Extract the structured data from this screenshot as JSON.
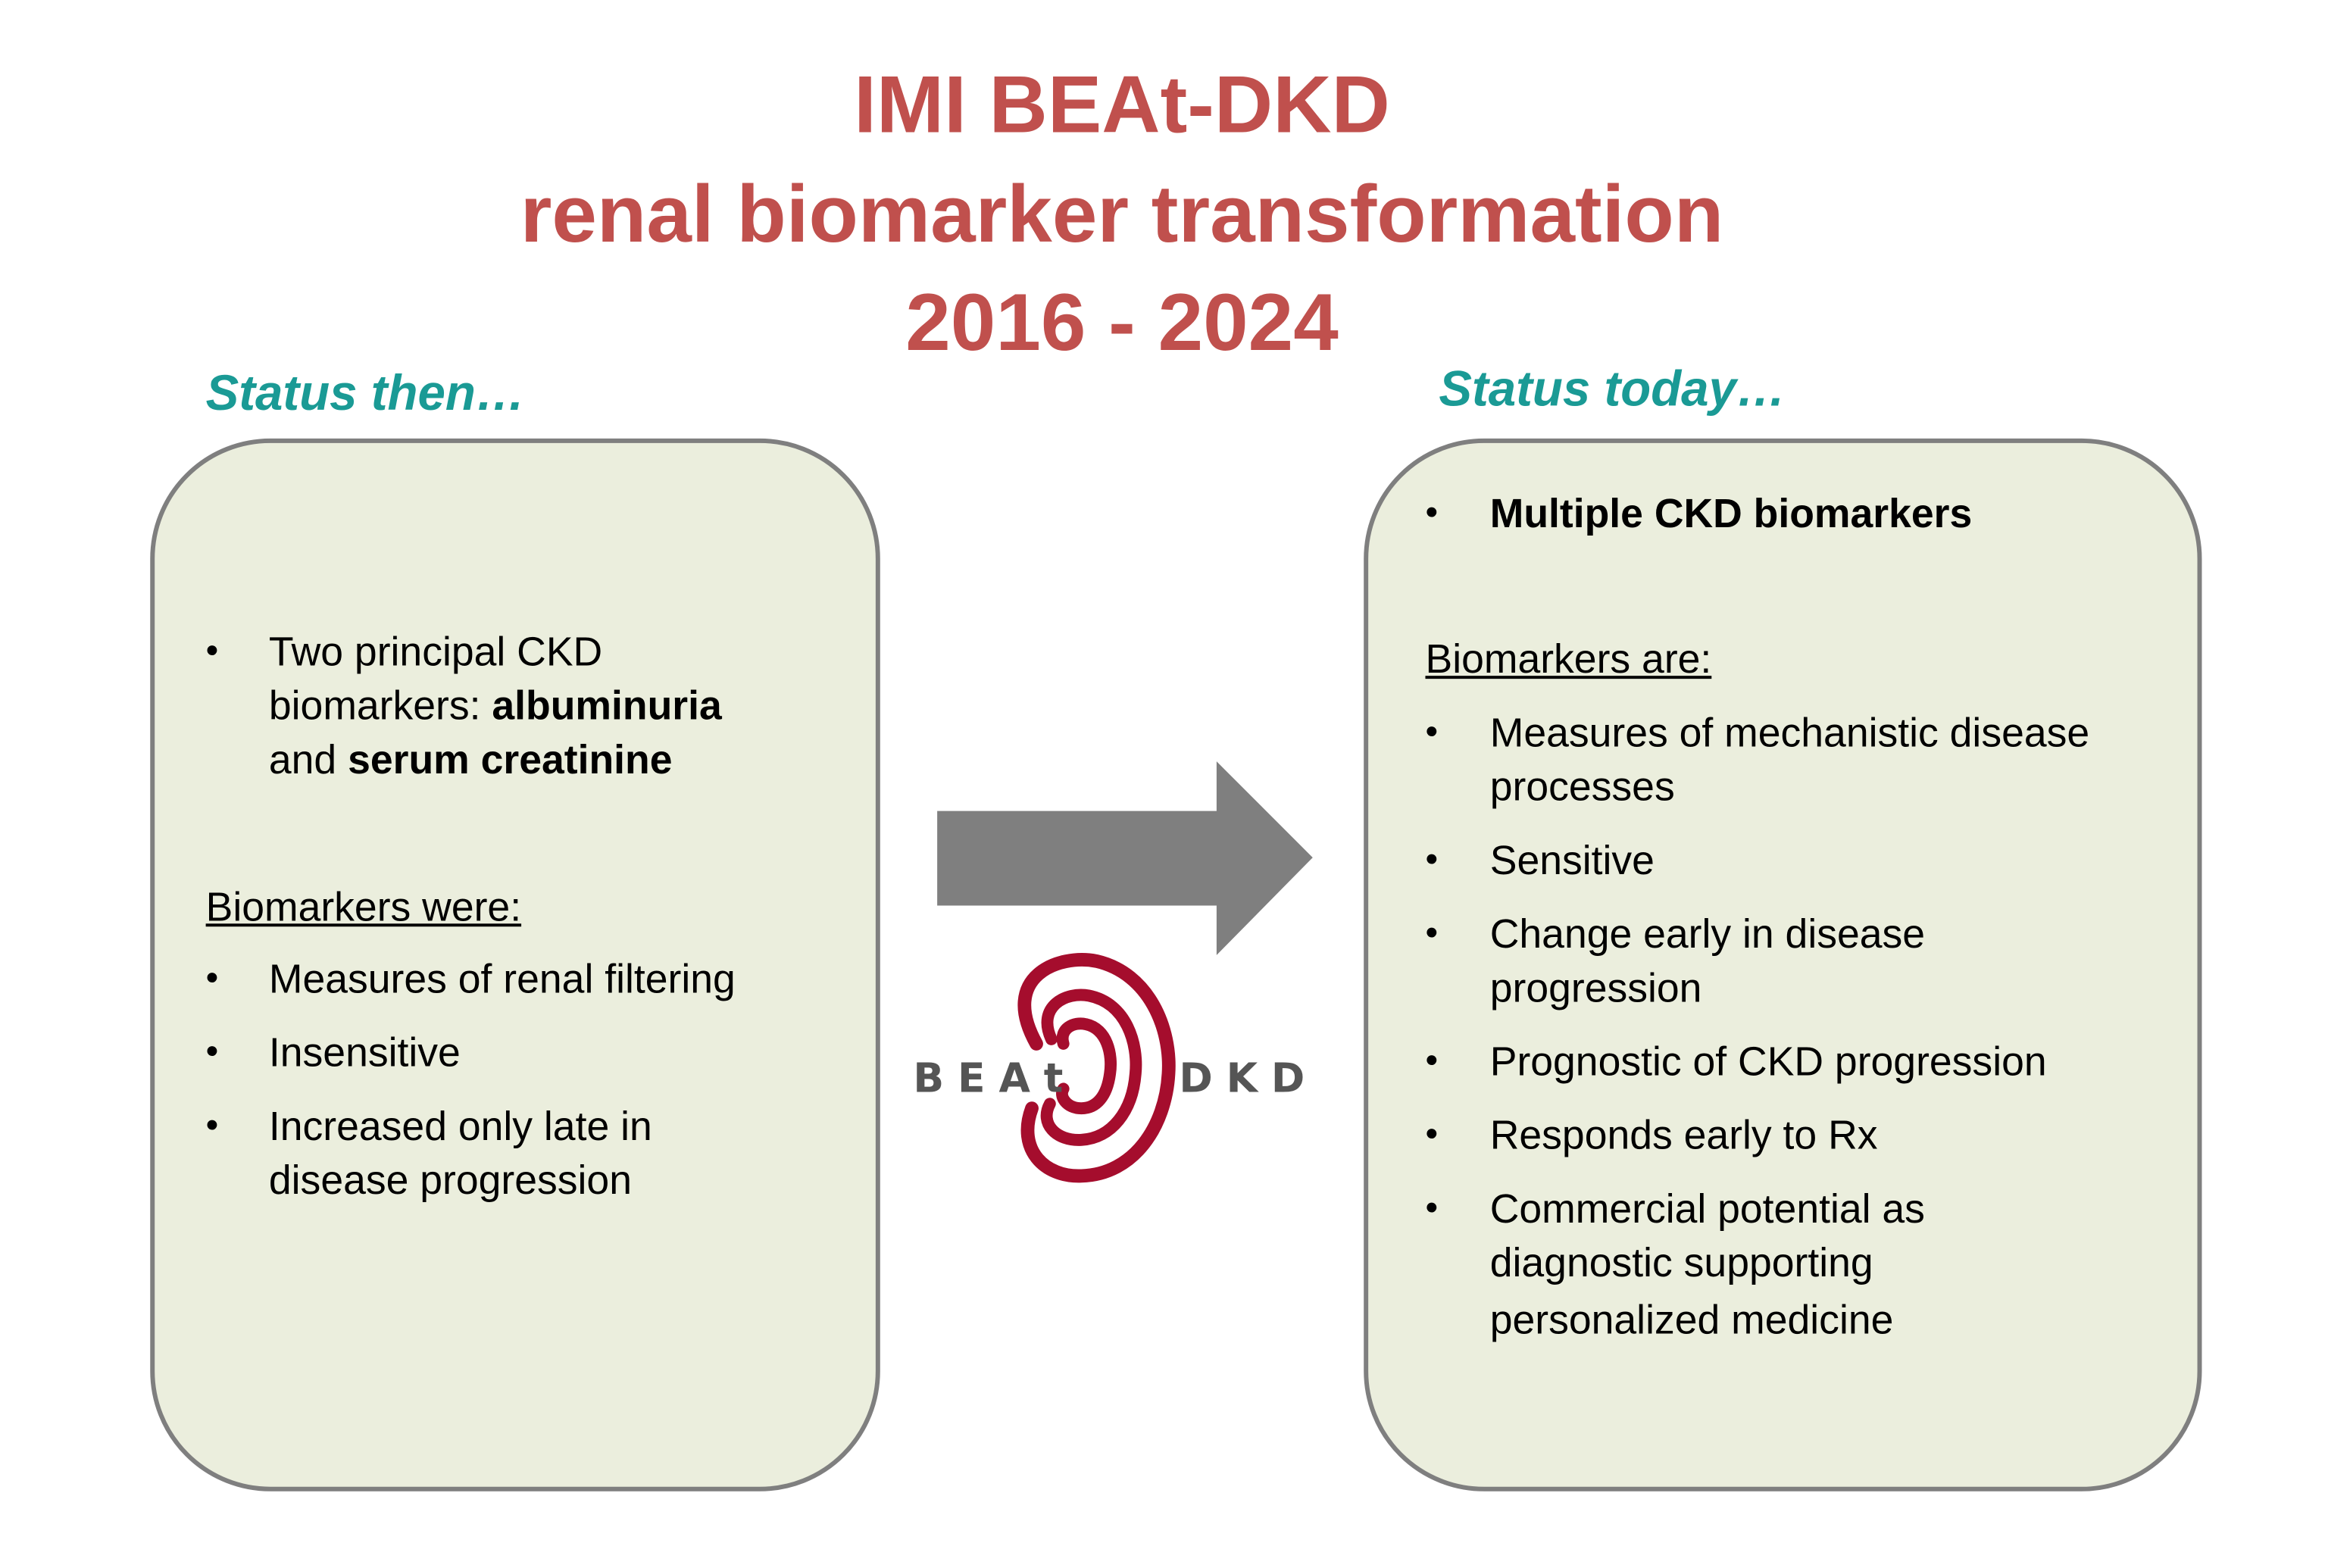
{
  "title": {
    "line1": "IMI BEAt-DKD",
    "line2": "renal biomarker transformation",
    "line3": "2016 - 2024"
  },
  "left": {
    "heading": "Status then…",
    "intro": {
      "l1": "Two principal CKD",
      "l2a": "biomarkers: ",
      "l2b": "albuminuria",
      "l3a": "and ",
      "l3b": "serum creatinine"
    },
    "subheading": "Biomarkers were:",
    "items": [
      "Measures of renal filtering",
      "Insensitive",
      "Increased only late in",
      "disease progression"
    ]
  },
  "right": {
    "heading": "Status today…",
    "intro": "Multiple CKD biomarkers",
    "subheading": "Biomarkers are:",
    "items": [
      "Measures of mechanistic disease",
      "processes",
      "Sensitive",
      "Change early in disease",
      "progression",
      "Prognostic of CKD progression",
      "Responds early to Rx",
      "Commercial potential as",
      "diagnostic supporting",
      "personalized medicine"
    ]
  },
  "bullet": "•",
  "logo": {
    "text_left": "BEAt",
    "text_right": "DKD"
  },
  "colors": {
    "title": "#c0504d",
    "heading": "#1a9a95",
    "box_fill": "#ebeedd",
    "box_border": "#7f7f7f",
    "arrow": "#7f7f7f",
    "logo_red": "#a50d2d",
    "logo_gray": "#555555"
  }
}
